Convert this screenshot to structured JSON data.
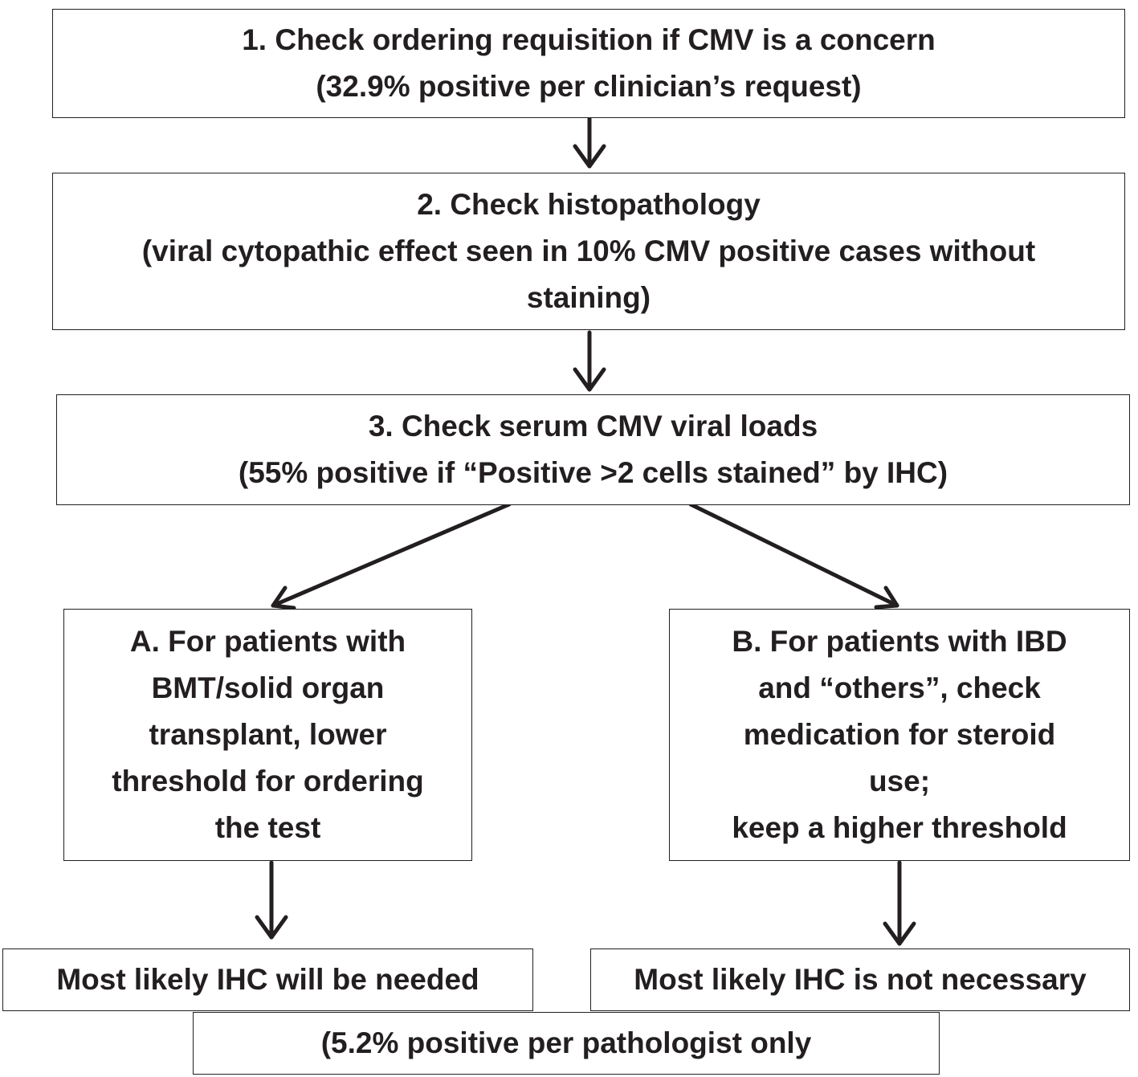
{
  "steps": {
    "step1": {
      "line1": "1.    Check ordering requisition if CMV is a concern",
      "line2": "(32.9% positive per clinician’s request)"
    },
    "step2": {
      "line1": "2. Check histopathology",
      "line2": "(viral cytopathic effect seen in 10% CMV positive cases without",
      "line3": "staining)"
    },
    "step3": {
      "line1": "3. Check serum CMV viral loads",
      "line2": "(55% positive if “Positive >2 cells stained” by IHC)"
    }
  },
  "branches": {
    "a": {
      "lines": [
        "A. For patients with",
        "BMT/solid organ",
        "transplant, lower",
        "threshold for ordering",
        "the test"
      ]
    },
    "b": {
      "lines": [
        "B. For patients with IBD",
        "and “others”, check",
        "medication for steroid",
        "use;",
        "keep a  higher threshold"
      ]
    }
  },
  "outcomes": {
    "a": "Most likely IHC will be needed",
    "b": "Most likely IHC is not necessary",
    "shared_note": "(5.2% positive per pathologist only"
  },
  "colors": {
    "line": "#231f20",
    "background": "#ffffff"
  }
}
